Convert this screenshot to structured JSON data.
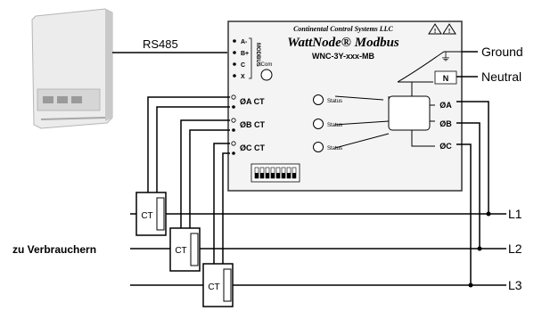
{
  "header": {
    "company": "Continental Control Systems LLC",
    "product_name": "WattNode® Modbus",
    "model": "WNC-3Y-xxx-MB"
  },
  "modbus_terminals": [
    "A-",
    "B+",
    "C",
    "X"
  ],
  "modbus_label": "MODBUS",
  "com_label": "Com",
  "ct_inputs": [
    {
      "label": "ØA CT",
      "status": "Status"
    },
    {
      "label": "ØB CT",
      "status": "Status"
    },
    {
      "label": "ØC CT",
      "status": "Status"
    }
  ],
  "power_terminals": [
    "N",
    "ØA",
    "ØB",
    "ØC"
  ],
  "ground_symbol": "⏚",
  "external_labels": {
    "rs485": "RS485",
    "ground": "Ground",
    "neutral": "Neutral",
    "consumers": "zu Verbrauchern"
  },
  "lines": [
    "L1",
    "L2",
    "L3"
  ],
  "ct_boxes": [
    "CT",
    "CT",
    "CT"
  ],
  "dip_switch_count": 8
}
